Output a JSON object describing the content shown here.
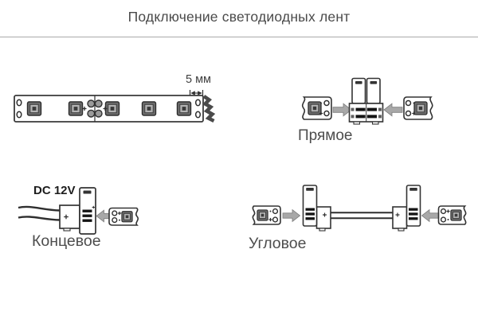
{
  "title": "Подключение светодиодных лент",
  "strip_diagram": {
    "dimension_label": "5 мм",
    "led_count": 5,
    "cut_pad_count": 4
  },
  "sections": {
    "direct": {
      "label": "Прямое"
    },
    "end": {
      "label": "Концевое",
      "power_label": "DC 12V"
    },
    "corner": {
      "label": "Угловое"
    }
  },
  "icons": {
    "cut": "scissors-zigzag-icon",
    "arrow": "block-arrow-icon",
    "led": "led-module-icon",
    "contact": "solder-contact-icon",
    "connector_clip": "clip-connector-icon",
    "plus_mark": "plus-polarity-icon"
  },
  "colors": {
    "outline": "#2f2f2f",
    "text": "#4d4d4d",
    "power_text": "#1d1d1d",
    "separator": "#a9a9a9",
    "arrow_fill": "#a8a8a8",
    "pin_fill": "#141414",
    "led_frame": "#6d6d6d",
    "background": "#ffffff"
  }
}
